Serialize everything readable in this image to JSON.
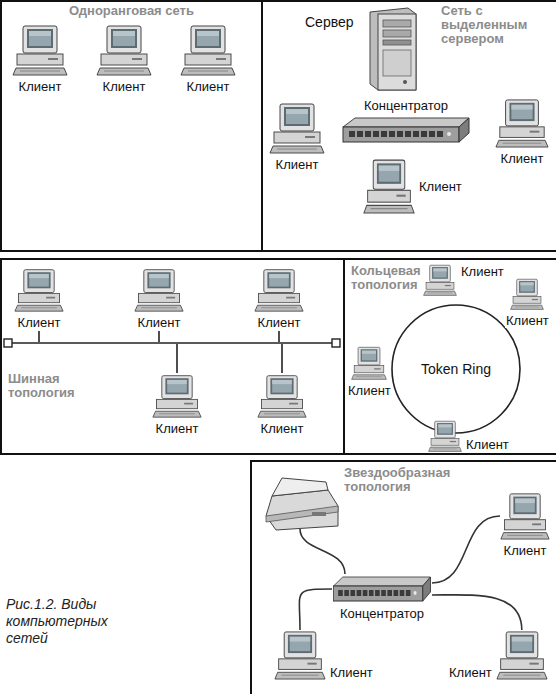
{
  "diagram": {
    "caption": "Рис.1.2. Виды компьютерных сетей",
    "nodes": [
      {
        "text": [
          "Одноранговая сеть"
        ]
      },
      {
        "text": [
          "Клиент"
        ],
        "in": 0
      },
      {
        "text": [
          "Клиент"
        ],
        "in": 0
      },
      {
        "text": [
          "Клиент"
        ],
        "in": 0
      },
      {
        "text": [
          "Сеть с выделенным сервером"
        ]
      },
      {
        "text": [
          "Сервер"
        ],
        "in": 4
      },
      {
        "text": [
          "Клиент"
        ],
        "in": 4
      },
      {
        "text": [
          "Концентратор"
        ],
        "in": 4
      },
      {
        "text": [
          "Клиент"
        ],
        "in": 4
      },
      {
        "text": [
          "Клиент"
        ],
        "in": 4
      },
      {
        "text": [
          "Шинная топология"
        ]
      },
      {
        "text": [
          "Клиент"
        ],
        "in": 10
      },
      {
        "text": [
          "Клиент"
        ],
        "in": 10
      },
      {
        "text": [
          "Клиент"
        ],
        "in": 10
      },
      {
        "text": [
          "Клиент"
        ],
        "in": 10
      },
      {
        "text": [
          "Клиент"
        ],
        "in": 10
      },
      {
        "text": [
          "Кольцевая топология"
        ]
      },
      {
        "text": [
          "Клиент"
        ],
        "in": 16
      },
      {
        "text": [
          "Token Ring"
        ],
        "in": 16
      },
      {
        "text": [
          "Клиент"
        ],
        "in": 16
      },
      {
        "text": [
          "Клиент"
        ],
        "in": 16
      },
      {
        "text": [
          "Клиент"
        ],
        "in": 16
      },
      {
        "text": [
          "Звездообразная топология"
        ]
      },
      {
        "text": [
          "Клиент"
        ],
        "in": 22
      },
      {
        "text": [
          "Концентратор"
        ],
        "in": 22
      },
      {
        "text": [
          "Клиент"
        ],
        "in": 22
      },
      {
        "text": [
          "Клиент"
        ],
        "in": 22
      }
    ],
    "edges": [
      {
        "from": 24,
        "to": 23,
        "arrow": "none"
      },
      {
        "from": 24,
        "to": 25,
        "arrow": "none"
      },
      {
        "from": 24,
        "to": 26,
        "arrow": "none"
      }
    ]
  }
}
